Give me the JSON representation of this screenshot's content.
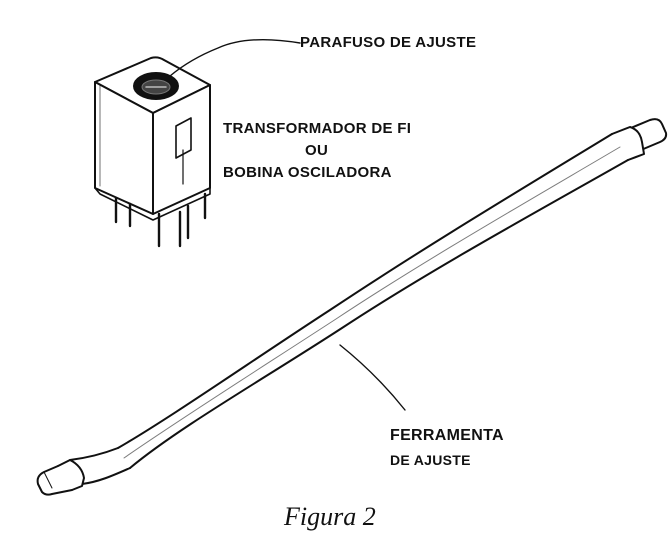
{
  "labels": {
    "adjust_screw": "PARAFUSO DE AJUSTE",
    "transformer_line1": "TRANSFORMADOR DE FI",
    "transformer_line2": "OU",
    "transformer_line3": "BOBINA OSCILADORA",
    "tool_line1": "FERRAMENTA",
    "tool_line2": "DE AJUSTE"
  },
  "caption": "Figura 2",
  "colors": {
    "ink": "#111111",
    "paper": "#ffffff"
  }
}
